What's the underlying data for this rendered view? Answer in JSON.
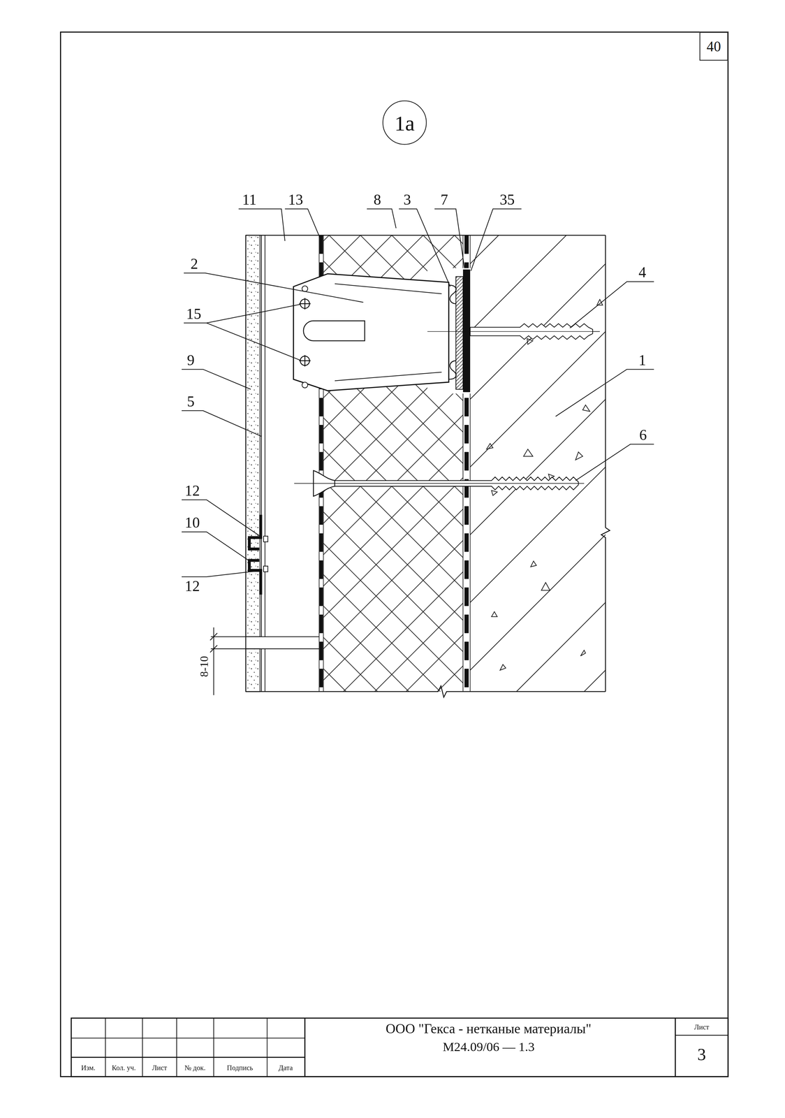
{
  "diagram": {
    "nodes": [
      {
        "text": [
          "40"
        ]
      },
      {
        "text": [
          "1a"
        ]
      }
    ],
    "labels": [
      "11",
      "13",
      "8",
      "3",
      "7",
      "35",
      "2",
      "15",
      "4",
      "9",
      "5",
      "1",
      "6",
      "12",
      "10",
      "12",
      "8-10",
      "Изм.",
      "Кол. уч.",
      "Лист",
      "№ док.",
      "Подпись",
      "Дата",
      "ООО \"Гекса - нетканые материалы\"",
      "М24.09/06 — 1.3",
      "Лист",
      "3"
    ]
  }
}
